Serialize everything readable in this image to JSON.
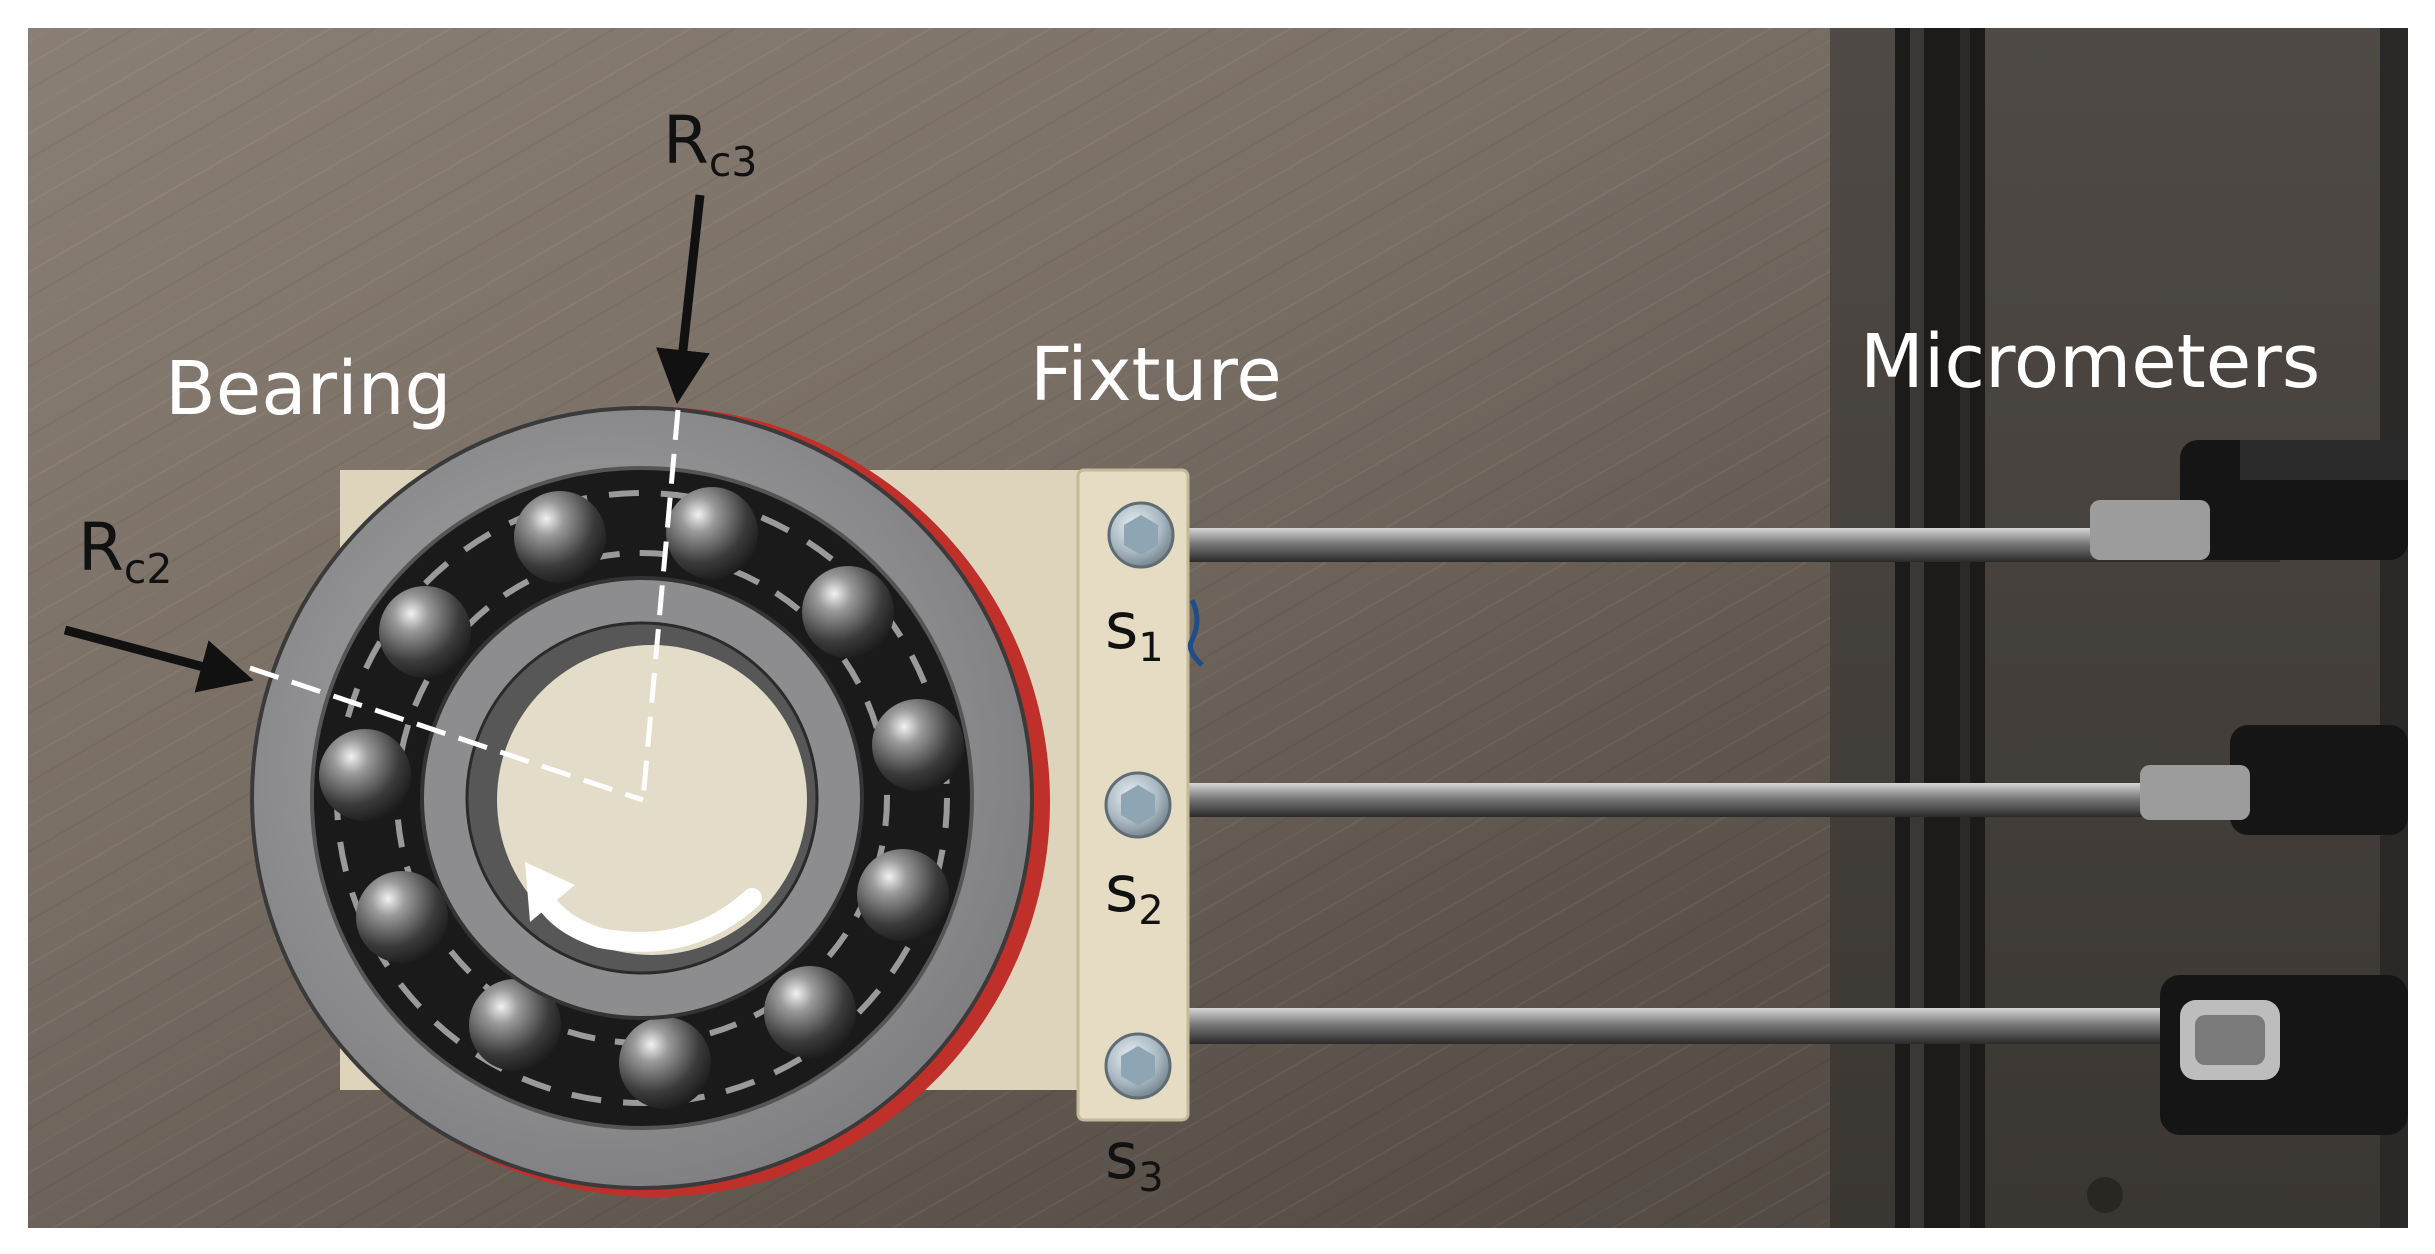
{
  "labels": {
    "rc3": {
      "main": "R",
      "sub": "c3"
    },
    "rc2": {
      "main": "R",
      "sub": "c2"
    },
    "bearing": "Bearing",
    "fixture": "Fixture",
    "micrometers": "Micrometers",
    "s1": {
      "main": "s",
      "sub": "1"
    },
    "s2": {
      "main": "s",
      "sub": "2"
    },
    "s3": {
      "main": "s",
      "sub": "3"
    }
  },
  "colors": {
    "background_metal": "#6f655c",
    "bearing_ring": "#9a9a9c",
    "bearing_red_seal": "#c0302a",
    "fixture_plate": "#e5dcc3",
    "arrow_black": "#111111",
    "annotation_white": "#ffffff"
  }
}
